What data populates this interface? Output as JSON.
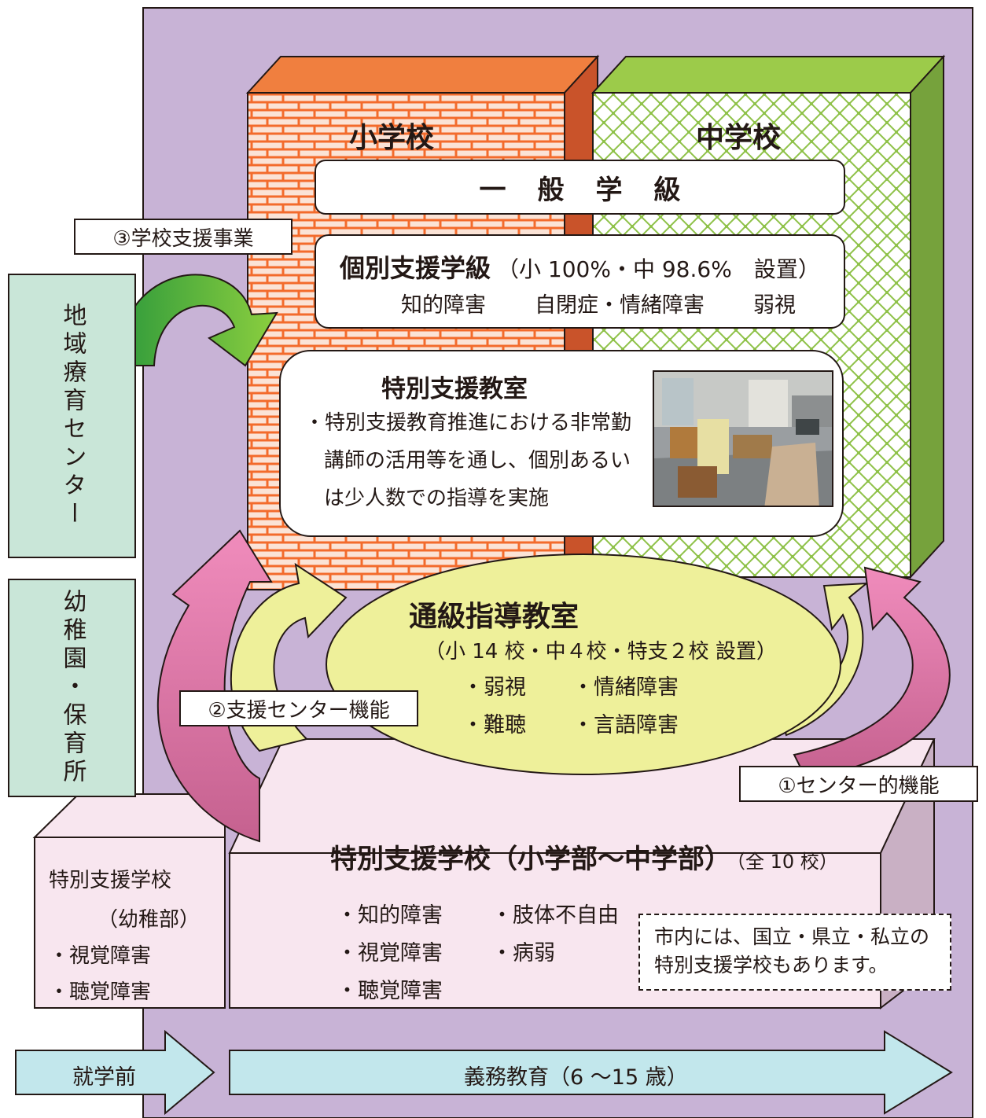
{
  "labels": {
    "school_support": "③学校支援事業",
    "support_center": "②支援センター機能",
    "center_function": "①センター的機能"
  },
  "left_columns": {
    "ryoiku": "地域療育センター",
    "youchien": "幼稚園・保育所"
  },
  "schools": {
    "elementary": "小学校",
    "junior_high": "中学校"
  },
  "general_class": "一般学級",
  "individual_class": {
    "title": "個別支援学級",
    "note": "（小 100%・中 98.6%　設置）",
    "items": [
      "知的障害",
      "自閉症・情緒障害",
      "弱視"
    ]
  },
  "special_room": {
    "title": "特別支援教室",
    "lines": [
      "・特別支援教育推進における非常勤",
      "講師の活用等を通し、個別あるい",
      "は少人数での指導を実施"
    ]
  },
  "resource_room": {
    "title": "通級指導教室",
    "note": "（小 14 校・中４校・特支２校  設置）",
    "items": [
      "・弱視",
      "・情緒障害",
      "・難聴",
      "・言語障害"
    ]
  },
  "special_school": {
    "title": "特別支援学校（小学部〜中学部）",
    "count": "（全 10 校）",
    "items": [
      "・知的障害",
      "・肢体不自由",
      "・視覚障害",
      "・病弱",
      "・聴覚障害"
    ]
  },
  "kindergarten": {
    "title": "特別支援学校",
    "sub": "（幼稚部）",
    "items": [
      "・視覚障害",
      "・聴覚障害"
    ]
  },
  "note_box": {
    "lines": [
      "市内には、国立・県立・私立の",
      "特別支援学校もあります。"
    ]
  },
  "timeline": {
    "preschool": "就学前",
    "compulsory": "義務教育（6 〜15 歳）"
  },
  "colors": {
    "background_purple": "#c8b3d6",
    "elementary_orange": "#ef7d3e",
    "junior_green": "#9ccb4a",
    "resource_yellow": "#eef09a",
    "special_school_pink": "#f8e6ef",
    "pink_arrow": "#ea8bb8",
    "teal_box": "#c9e6d8",
    "timeline_blue": "#c2e7ec"
  }
}
